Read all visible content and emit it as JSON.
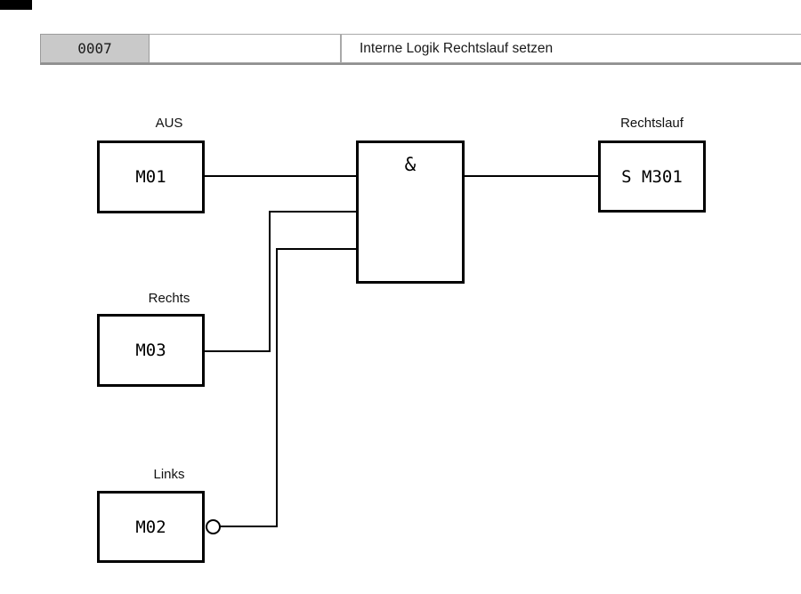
{
  "colors": {
    "background": "#ffffff",
    "line": "#000000",
    "header_number_fill": "#c9c9c9",
    "header_border": "#a9a9a9",
    "header_bottom_line": "#8e8e8e",
    "text": "#000000",
    "top_bar": "#000000"
  },
  "header": {
    "network_number": "0007",
    "comment": "",
    "title": "Interne Logik Rechtslauf setzen"
  },
  "diagram": {
    "gate": {
      "type": "AND",
      "symbol": "&"
    },
    "inputs": [
      {
        "label": "AUS",
        "operand": "M01",
        "negated": false
      },
      {
        "label": "Rechts",
        "operand": "M03",
        "negated": false
      },
      {
        "label": "Links",
        "operand": "M02",
        "negated": true
      }
    ],
    "output": {
      "label": "Rechtslauf",
      "operand": "S M301"
    }
  }
}
